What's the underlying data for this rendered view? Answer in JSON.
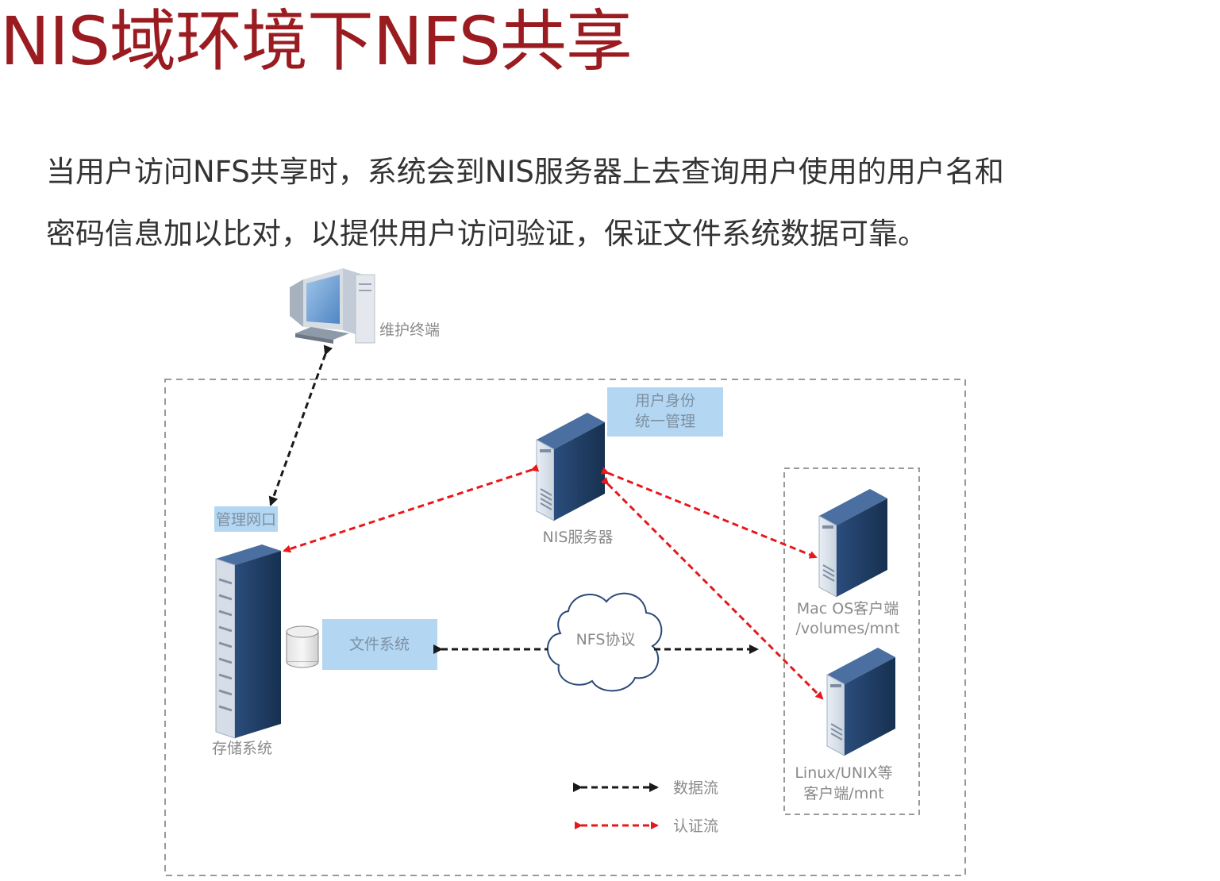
{
  "title": "NIS域环境下NFS共享",
  "body": {
    "line1": "当用户访问NFS共享时，系统会到NIS服务器上去查询用户使用的用户名和",
    "line2": "密码信息加以比对，以提供用户访问验证，保证文件系统数据可靠。"
  },
  "diagram": {
    "terminal_label": "维护终端",
    "identity_box": {
      "line1": "用户身份",
      "line2": "统一管理"
    },
    "nis_label": "NIS服务器",
    "mgmt_port_label": "管理网口",
    "storage_label": "存储系统",
    "fs_label": "文件系统",
    "nfs_label": "NFS协议",
    "mac_client": {
      "line1": "Mac OS客户端",
      "line2": "/volumes/mnt"
    },
    "linux_client": {
      "line1": "Linux/UNIX等",
      "line2": "客户端/mnt"
    },
    "legend": {
      "data_flow": "数据流",
      "auth_flow": "认证流"
    },
    "colors": {
      "data_flow": "#1a1a1a",
      "auth_flow": "#e8171b",
      "label_box": "#b3d6f3",
      "server_blue": "#1f3c66"
    }
  }
}
